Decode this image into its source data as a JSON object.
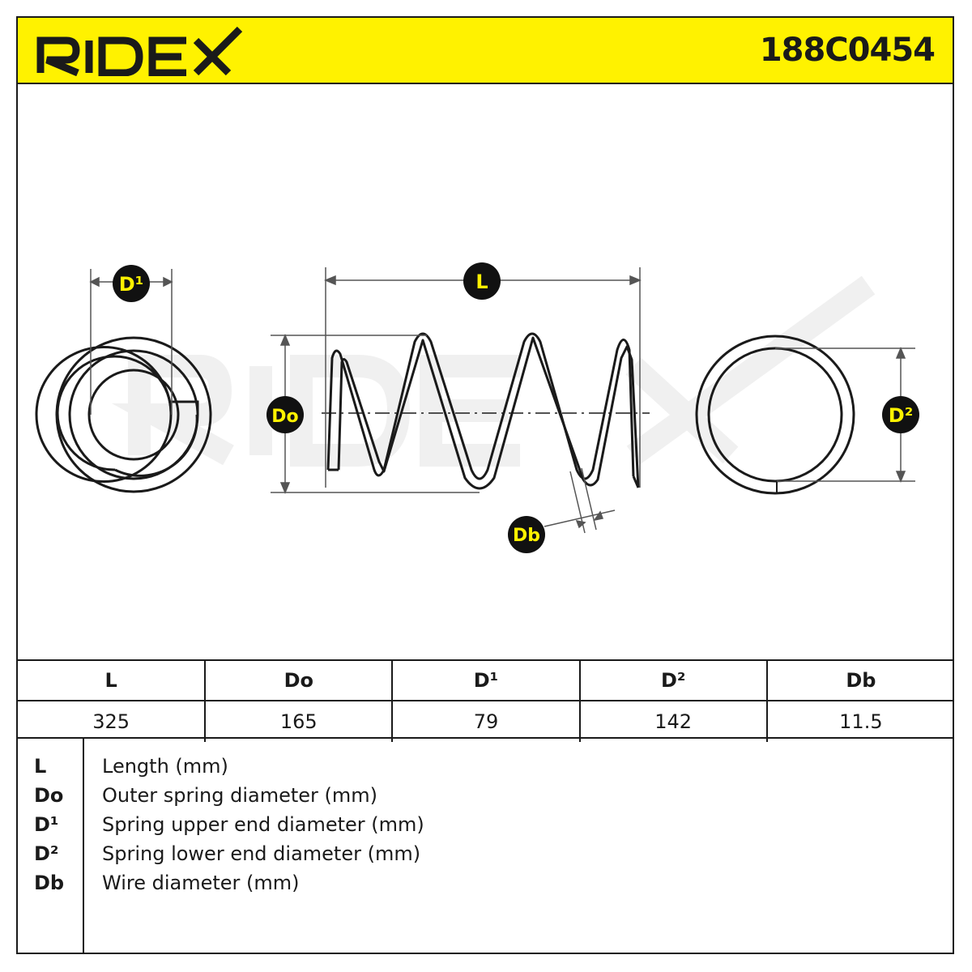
{
  "header": {
    "brand": "RIDEX",
    "part_number": "188C0454"
  },
  "drawing": {
    "label_D1": "D¹",
    "label_L": "L",
    "label_Do": "Do",
    "label_D2": "D²",
    "label_Db": "Db",
    "watermark": "RIDEX"
  },
  "dimensions_table": {
    "columns": [
      "L",
      "Do",
      "D¹",
      "D²",
      "Db"
    ],
    "values": [
      "325",
      "165",
      "79",
      "142",
      "11.5"
    ]
  },
  "legend": [
    {
      "key": "L",
      "text": "Length (mm)"
    },
    {
      "key": "Do",
      "text": "Outer spring diameter (mm)"
    },
    {
      "key": "D¹",
      "text": "Spring upper end diameter (mm)"
    },
    {
      "key": "D²",
      "text": "Spring lower end diameter (mm)"
    },
    {
      "key": "Db",
      "text": "Wire diameter (mm)"
    }
  ],
  "colors": {
    "header_bg": "#fff200",
    "label_bg": "#111111",
    "label_text": "#fff200",
    "line": "#1a1a1a"
  }
}
